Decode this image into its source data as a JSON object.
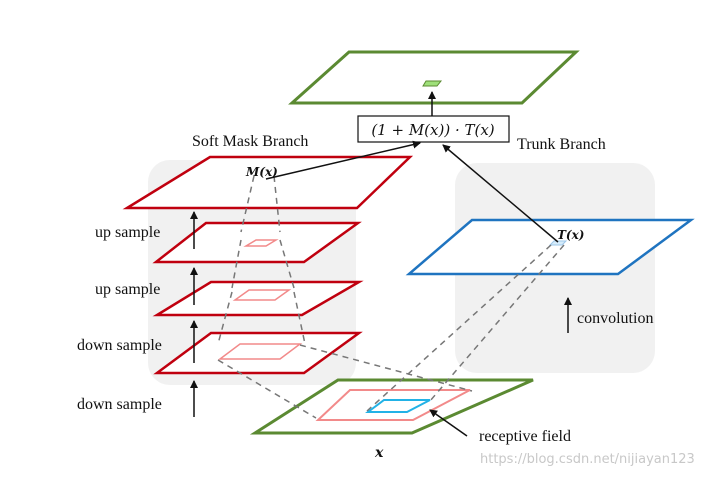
{
  "titles": {
    "soft_mask_branch": "Soft Mask Branch",
    "trunk_branch": "Trunk Branch"
  },
  "formula": "(1 + M(x)) · T(x)",
  "symbols": {
    "mask": "M(x)",
    "trunk": "T(x)",
    "input": "x"
  },
  "steps": {
    "up_sample_1": "up sample",
    "up_sample_2": "up sample",
    "down_sample_1": "down sample",
    "down_sample_2": "down sample",
    "convolution": "convolution"
  },
  "annotations": {
    "receptive_field": "receptive field"
  },
  "watermark": "https://blog.csdn.net/nijiayan123",
  "colors": {
    "mask_branch": "#c0000f",
    "trunk_branch": "#1f74c0",
    "input_output": "#5b8a32",
    "receptive_field": "#f28a8a",
    "inner_field": "#22b2e6",
    "panel": "#f1f1f1"
  }
}
